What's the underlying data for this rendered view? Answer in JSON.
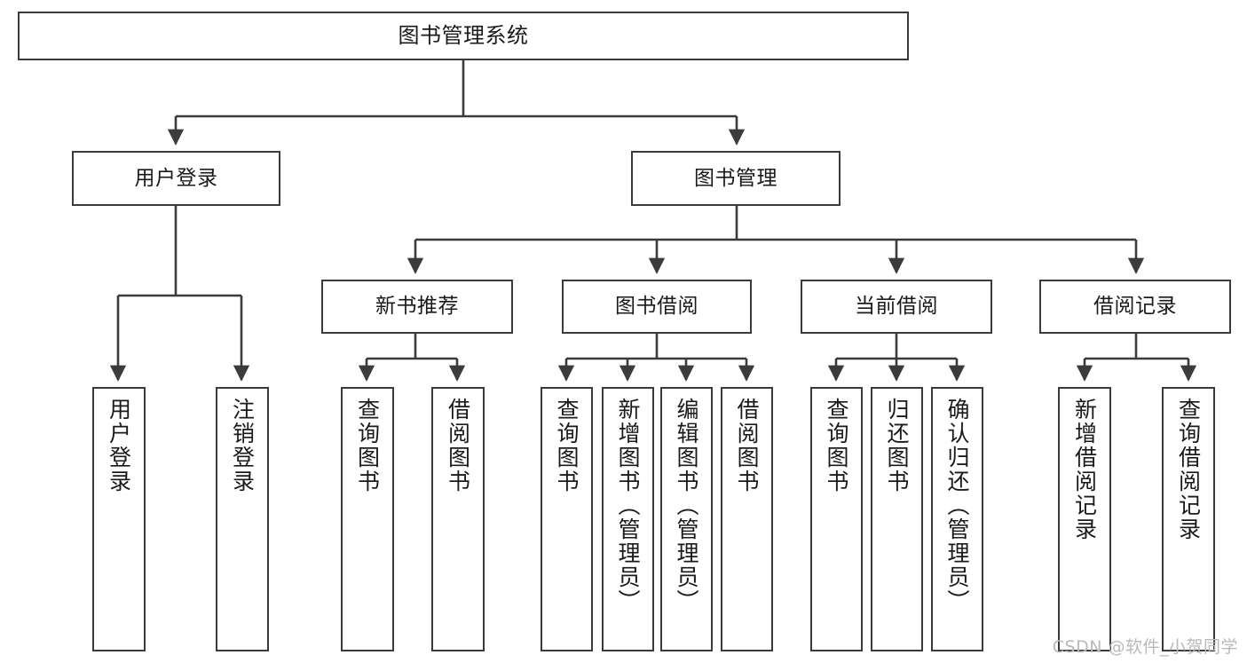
{
  "diagram": {
    "title": "图书管理系统",
    "watermark": "CSDN @软件_小贺同学",
    "colors": {
      "stroke": "#3b3b3b",
      "fill": "#ffffff",
      "text": "#1a1a1a",
      "watermark": "#b9b9b9"
    },
    "nodes": {
      "root": {
        "label": "图书管理系统"
      },
      "level1": [
        {
          "label": "用户登录"
        },
        {
          "label": "图书管理"
        }
      ],
      "level2": [
        {
          "label": "新书推荐"
        },
        {
          "label": "图书借阅"
        },
        {
          "label": "当前借阅"
        },
        {
          "label": "借阅记录"
        }
      ],
      "leaves": [
        {
          "label": "用户登录"
        },
        {
          "label": "注销登录"
        },
        {
          "label": "查询图书"
        },
        {
          "label": "借阅图书"
        },
        {
          "label": "查询图书"
        },
        {
          "label": "新增图书（管理员）"
        },
        {
          "label": "编辑图书（管理员）"
        },
        {
          "label": "借阅图书"
        },
        {
          "label": "查询图书"
        },
        {
          "label": "归还图书"
        },
        {
          "label": "确认归还（管理员）"
        },
        {
          "label": "新增借阅记录"
        },
        {
          "label": "查询借阅记录"
        }
      ]
    }
  }
}
